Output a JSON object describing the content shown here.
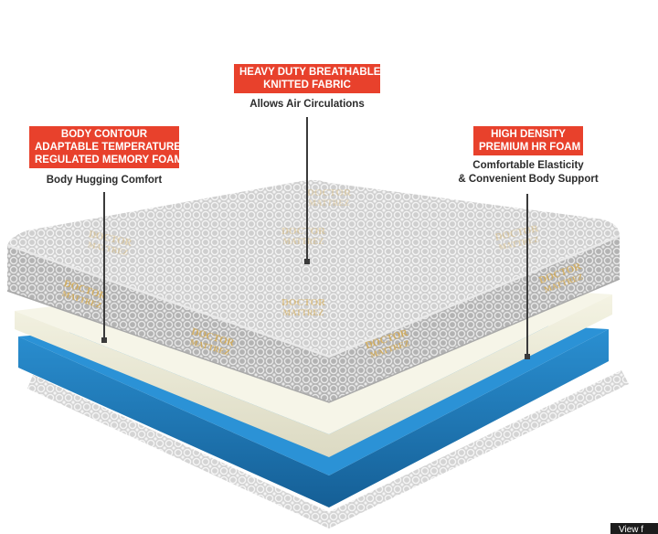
{
  "callouts": {
    "fabric": {
      "title_lines": [
        "HEAVY DUTY BREATHABLE",
        "KNITTED FABRIC"
      ],
      "caption": "Allows Air Circulations"
    },
    "memory_foam": {
      "title_lines": [
        "BODY  CONTOUR",
        "ADAPTABLE TEMPERATURE",
        "REGULATED MEMORY FOAM"
      ],
      "caption": "Body Hugging Comfort"
    },
    "hr_foam": {
      "title_lines": [
        "HIGH DENSITY",
        "PREMIUM HR FOAM"
      ],
      "caption_lines": [
        "Comfortable Elasticity",
        "& Convenient Body Support"
      ]
    }
  },
  "brand": {
    "logo_text_lines": [
      "DOCTOR",
      "MATTREZ"
    ],
    "logo_color": "#d4a84b"
  },
  "colors": {
    "accent_red": "#e8412c",
    "foam_blue": "#1b78b8",
    "memory_foam_cream": "#eeedd9",
    "fabric_grey": "#c9c9c9",
    "pointer_line": "#3a3a3a"
  },
  "overlay": {
    "view_button_label": "View f"
  }
}
